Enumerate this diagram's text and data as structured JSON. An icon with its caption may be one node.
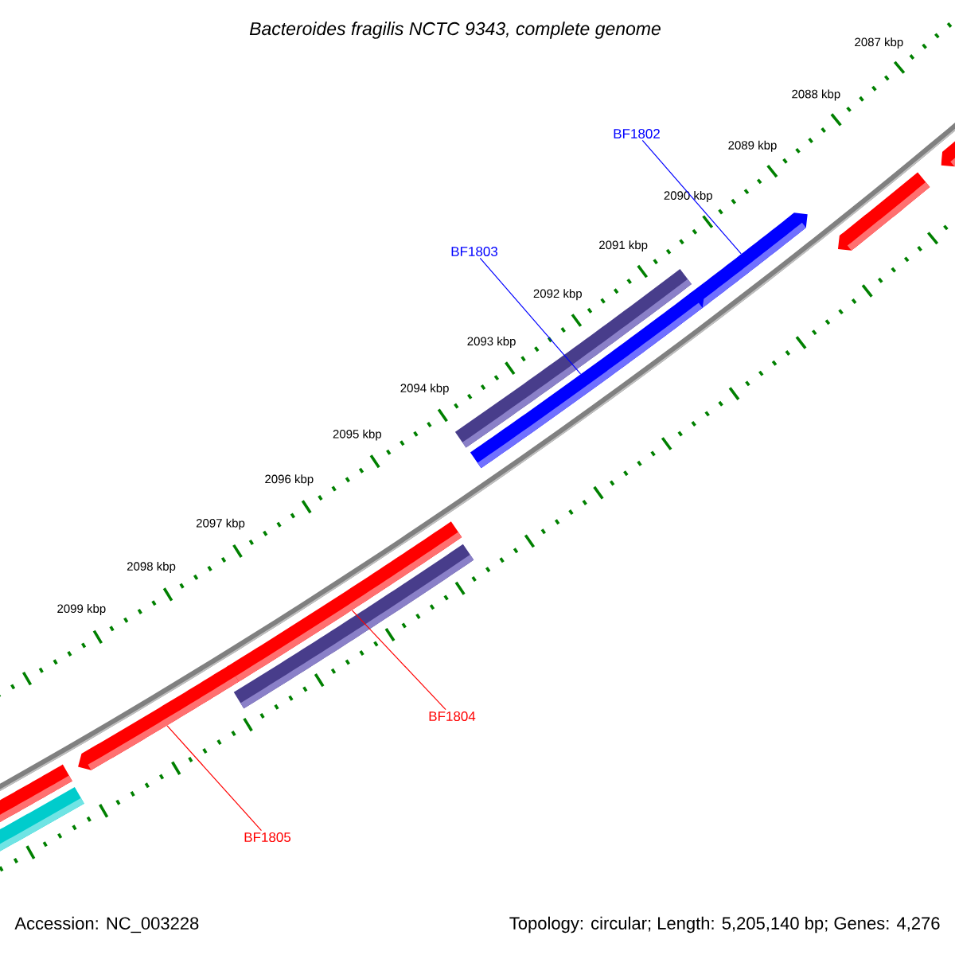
{
  "diagram": {
    "title": "Bacteroides fragilis NCTC 9343, complete genome",
    "nodes": [
      {
        "text": [
          "BF1802"
        ]
      },
      {
        "text": [
          "BF1803"
        ]
      },
      {
        "text": [
          "BF1804"
        ]
      },
      {
        "text": [
          "BF1805"
        ]
      },
      {
        "text": [],
        "shape": "bar"
      },
      {
        "text": [],
        "shape": "bar"
      },
      {
        "text": [],
        "shape": "bar"
      },
      {
        "text": [],
        "shape": "bar"
      },
      {
        "text": [],
        "shape": "bar"
      },
      {
        "text": [],
        "shape": "bar"
      },
      {
        "text": [],
        "shape": "bar"
      },
      {
        "text": [],
        "shape": "bar"
      },
      {
        "text": [],
        "shape": "bar"
      },
      {
        "text": [],
        "shape": "bar"
      }
    ],
    "edges": [
      {
        "from": 0,
        "to": 6,
        "arrow": "none",
        "color": "#0000ff"
      },
      {
        "from": 1,
        "to": 8,
        "arrow": "none",
        "color": "#0000ff"
      },
      {
        "from": 2,
        "to": 9,
        "arrow": "none",
        "color": "#ff0000"
      },
      {
        "from": 3,
        "to": 11,
        "arrow": "none",
        "color": "#ff0000"
      }
    ],
    "labels": [
      "2087 kbp",
      "2088 kbp",
      "2089 kbp",
      "2090 kbp",
      "2091 kbp",
      "2092 kbp",
      "2093 kbp",
      "2094 kbp",
      "2095 kbp",
      "2096 kbp",
      "2097 kbp",
      "2098 kbp",
      "2099 kbp",
      "Accession: NC_003228",
      "Topology: circular; Length: 5,205,140 bp; Genes: 4,276"
    ]
  }
}
